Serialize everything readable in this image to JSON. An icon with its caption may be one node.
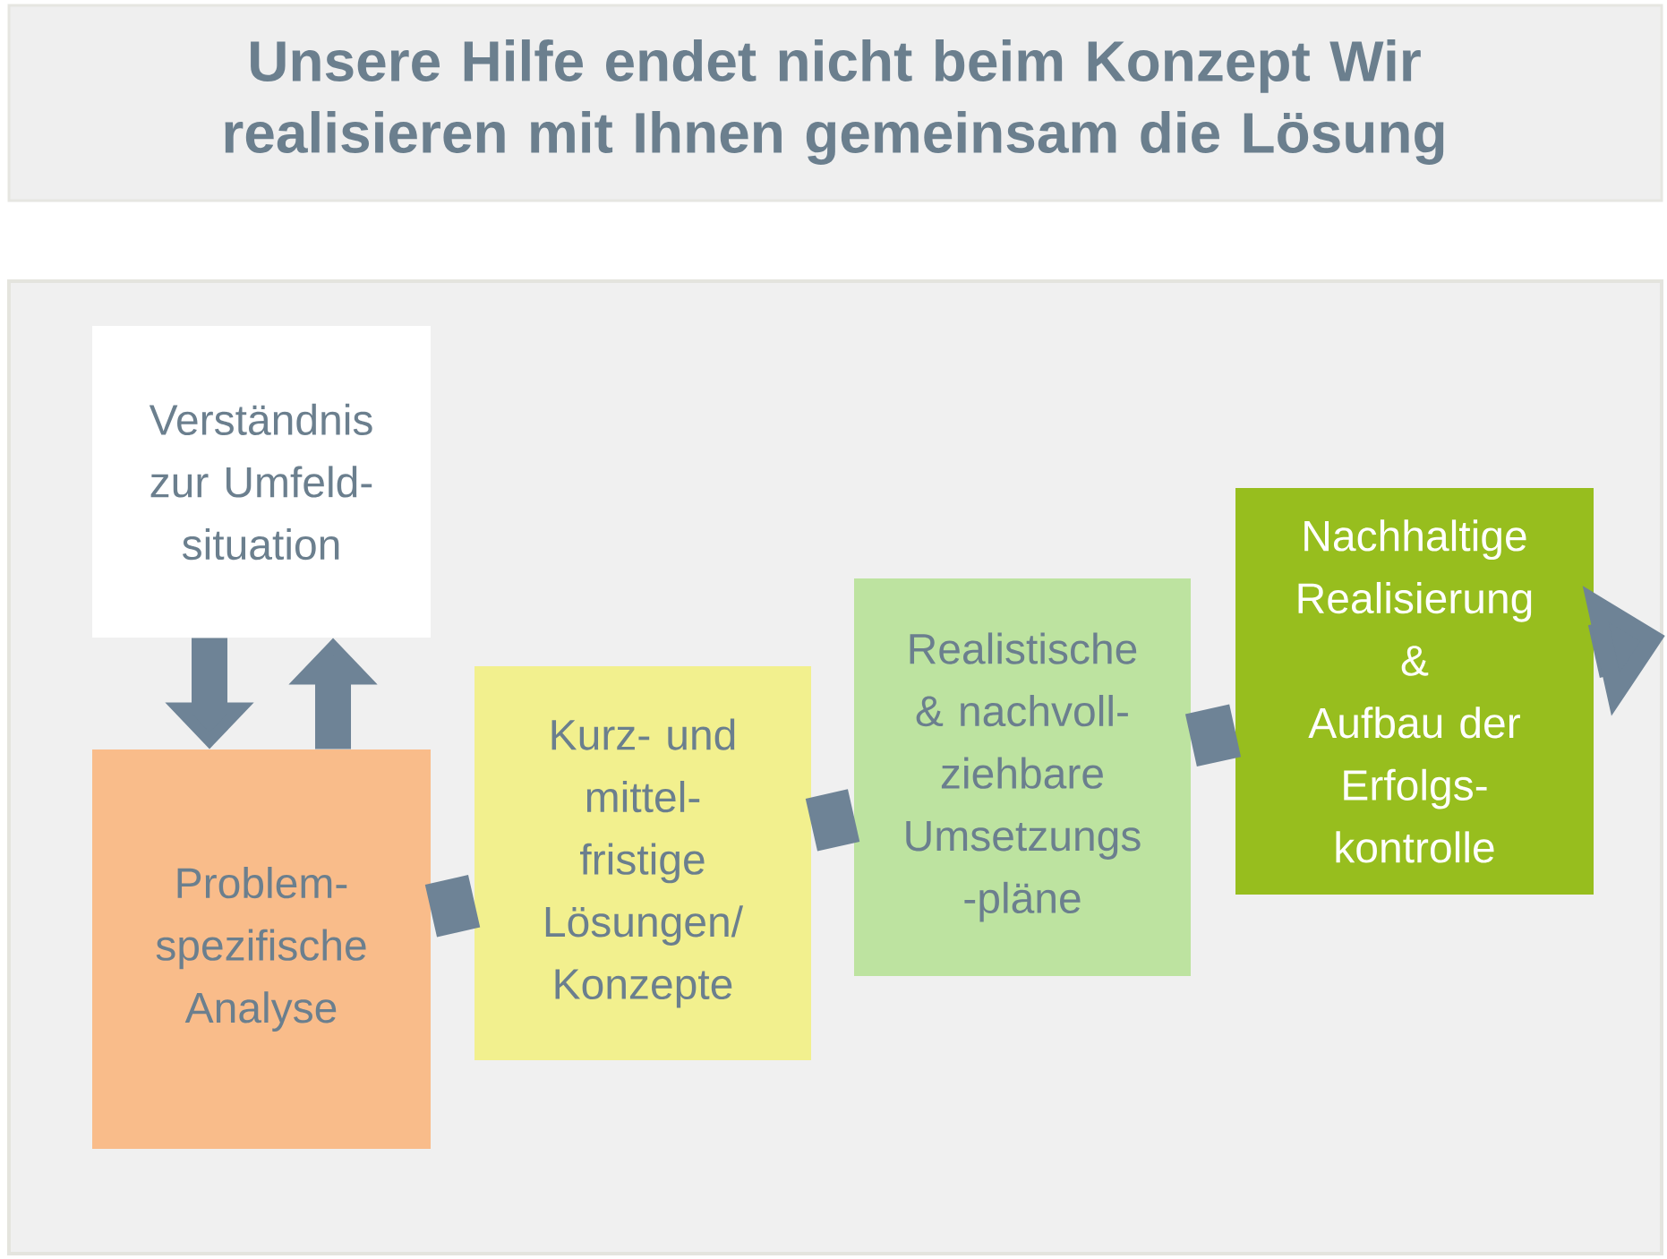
{
  "diagram": {
    "title": "Unsere Hilfe endet nicht beim Konzept Wir realisieren mit Ihnen gemeinsam die Lösung",
    "nodes": [
      {
        "text": [
          "Verständnis zur Umfeld- situation"
        ]
      },
      {
        "text": [
          "Problem- spezifische Analyse"
        ]
      },
      {
        "text": [
          "Kurz- und mittel- fristige Lösungen/ Konzepte"
        ]
      },
      {
        "text": [
          "Realistische & nachvoll- ziehbare Umsetzungs -pläne"
        ]
      },
      {
        "text": [
          "Nachhaltige Realisierung & Aufbau der Erfolgs- kontrolle"
        ]
      }
    ],
    "edges": [
      {
        "from": 0,
        "to": 1,
        "arrow": "to"
      },
      {
        "from": 1,
        "to": 0,
        "arrow": "to"
      },
      {
        "from": 1,
        "to": 2,
        "arrow": "none"
      },
      {
        "from": 2,
        "to": 3,
        "arrow": "none"
      },
      {
        "from": 3,
        "to": 4,
        "arrow": "none"
      },
      {
        "from": 4,
        "to": null,
        "arrow": "to"
      }
    ]
  }
}
